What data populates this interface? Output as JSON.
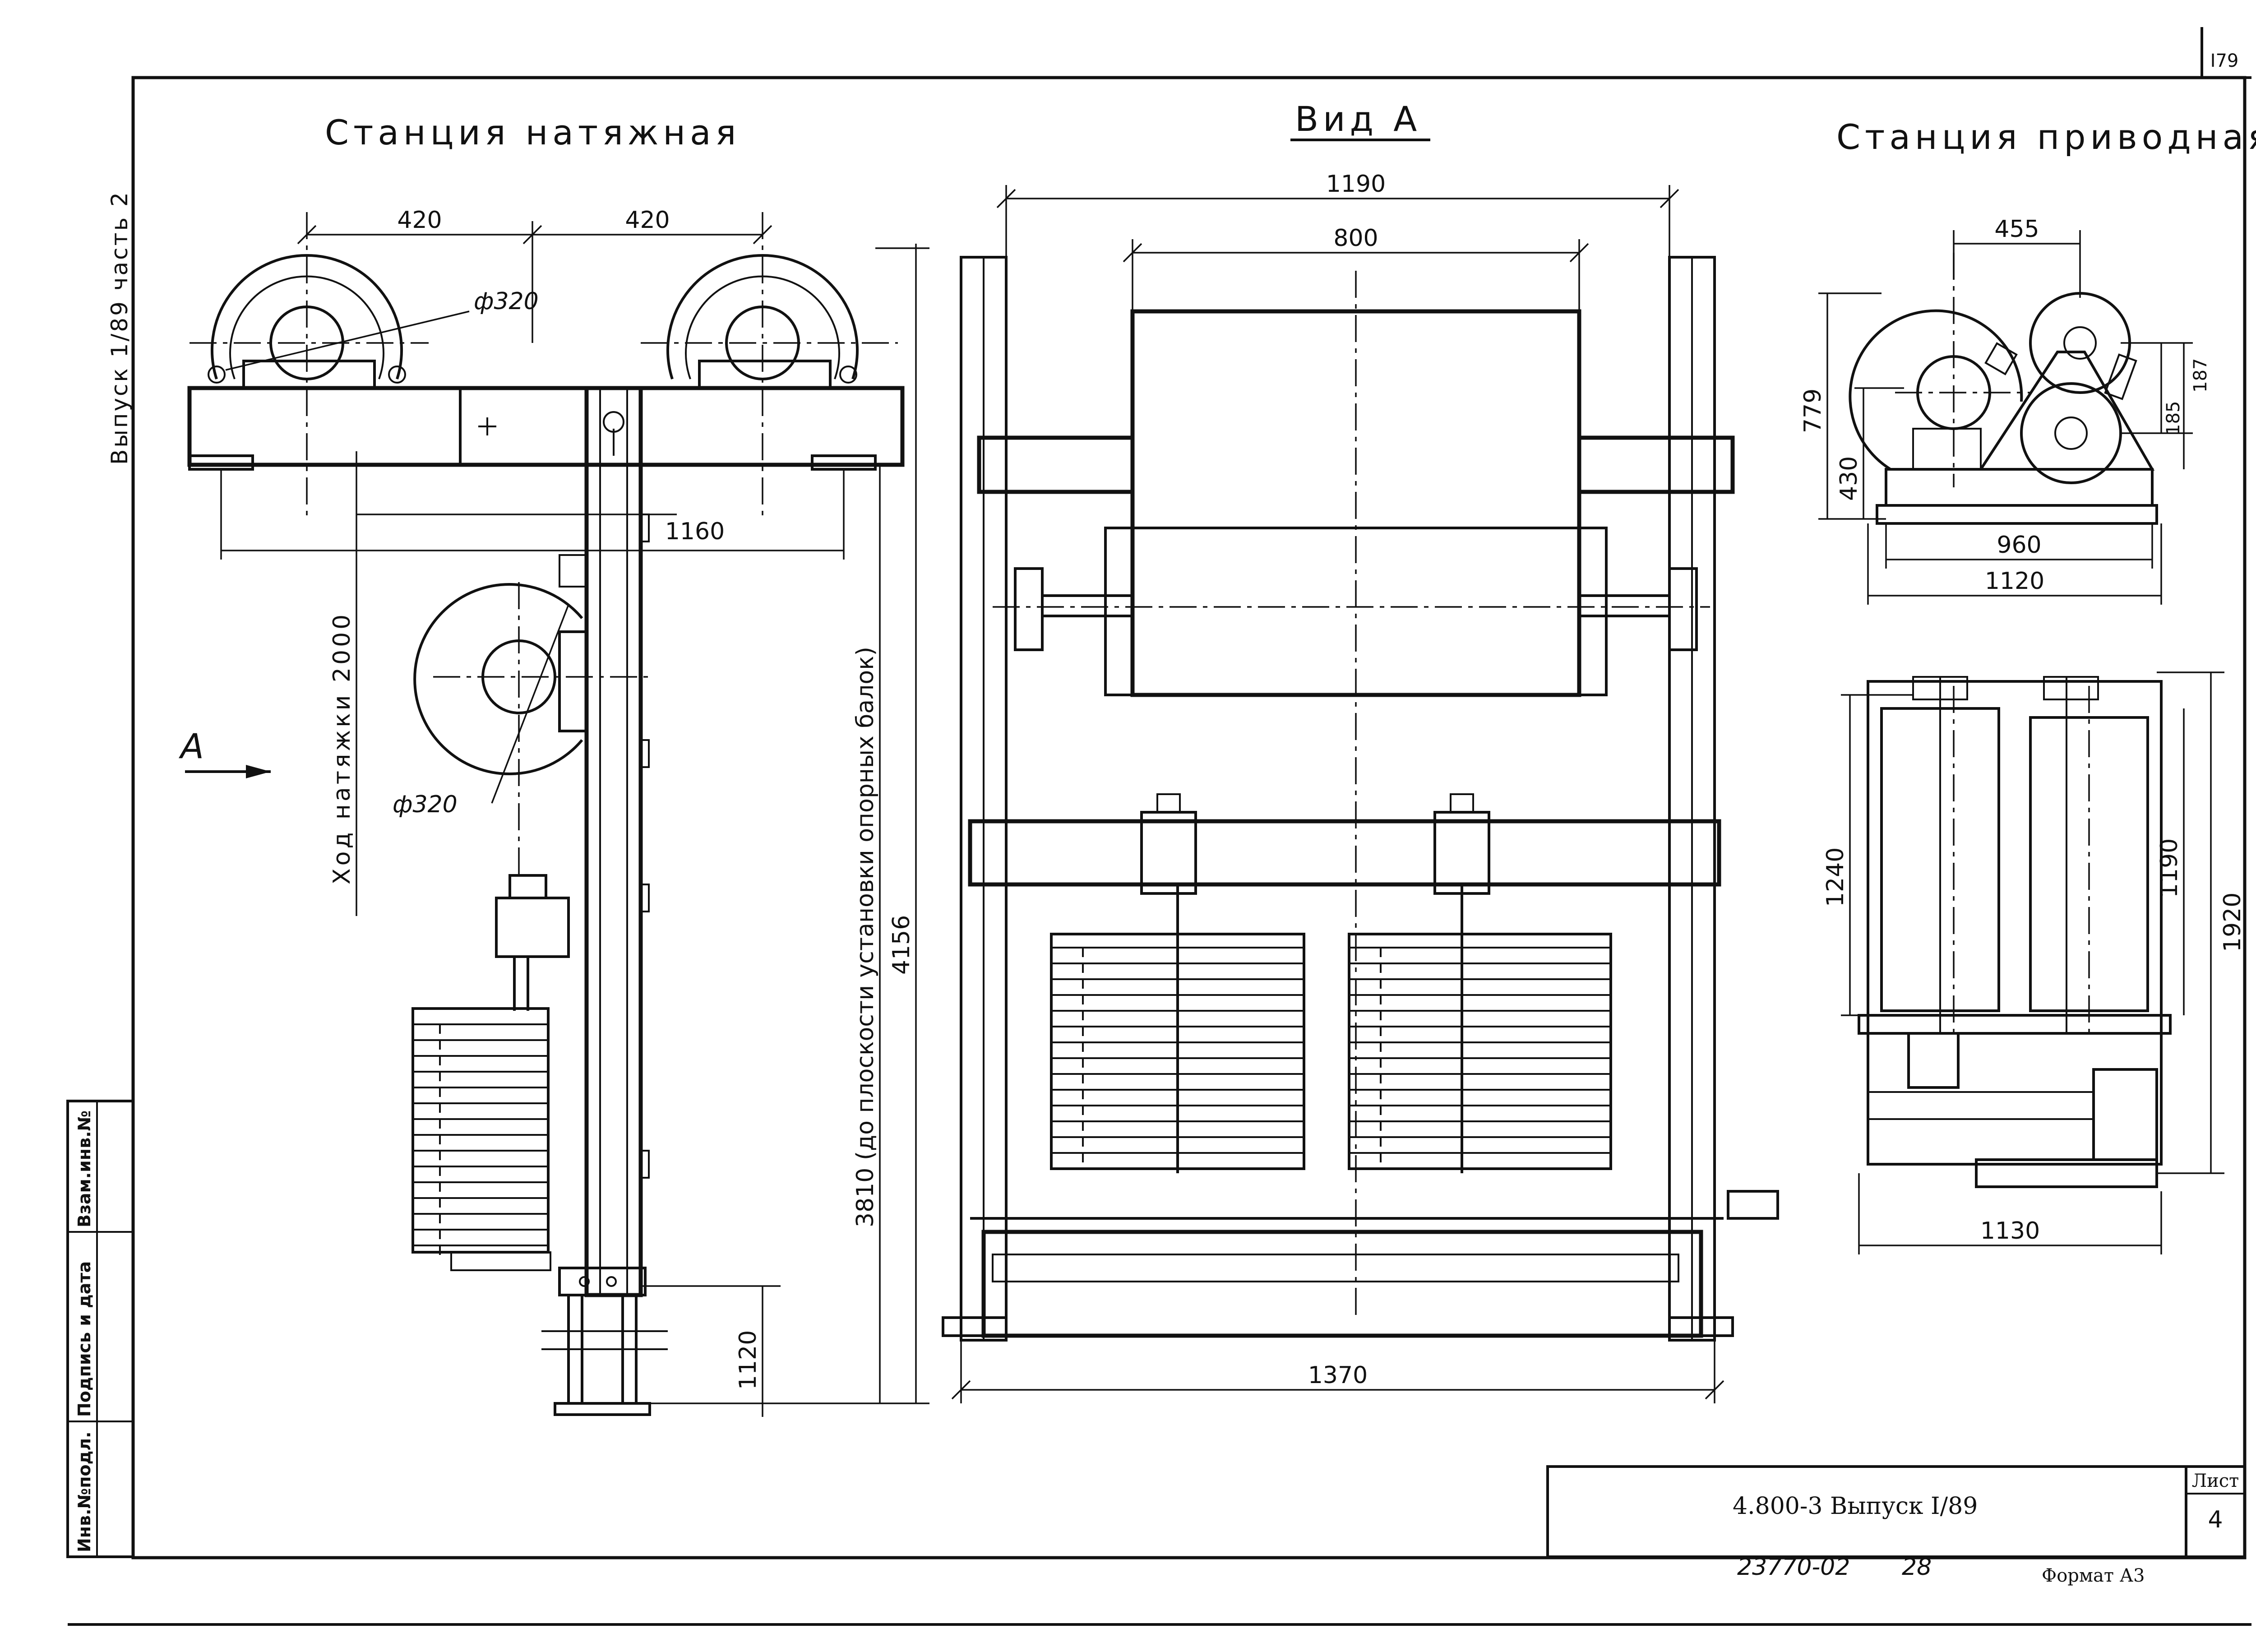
{
  "sheet": {
    "page_number": "I79",
    "left_margin_text": "Выпуск 1/89 часть 2",
    "stamp_cells": [
      "Инв.№подл.",
      "Подпись и дата",
      "Взам.инв.№"
    ]
  },
  "views": {
    "tension_station": {
      "title": "Станция натяжная",
      "dim_420_left": "420",
      "dim_420_right": "420",
      "dim_dia_top": "ф320",
      "dim_dia_lower": "ф320",
      "dim_1160": "1160",
      "stroke_label": "Ход натяжки 2000",
      "height_label": "3810 (до плоскости установки опорных балок)",
      "dim_4156": "4156",
      "dim_1120": "1120",
      "view_arrow": "А"
    },
    "view_a": {
      "title": "Вид А",
      "dim_1190": "1190",
      "dim_800": "800",
      "dim_1370": "1370"
    },
    "drive_station": {
      "title": "Станция приводная",
      "dim_455": "455",
      "dim_779": "779",
      "dim_430": "430",
      "dim_187": "187",
      "dim_185": "185",
      "dim_960": "960",
      "dim_1120": "1120",
      "dim_1240": "1240",
      "dim_1190": "1190",
      "dim_1920": "1920",
      "dim_1130": "1130"
    }
  },
  "title_block": {
    "designation": "4.800-3  Выпуск I/89",
    "sheet_label": "Лист",
    "sheet_number": "4",
    "archive_number": "23770-02",
    "archive_index": "28",
    "format_label": "Формат А3"
  }
}
